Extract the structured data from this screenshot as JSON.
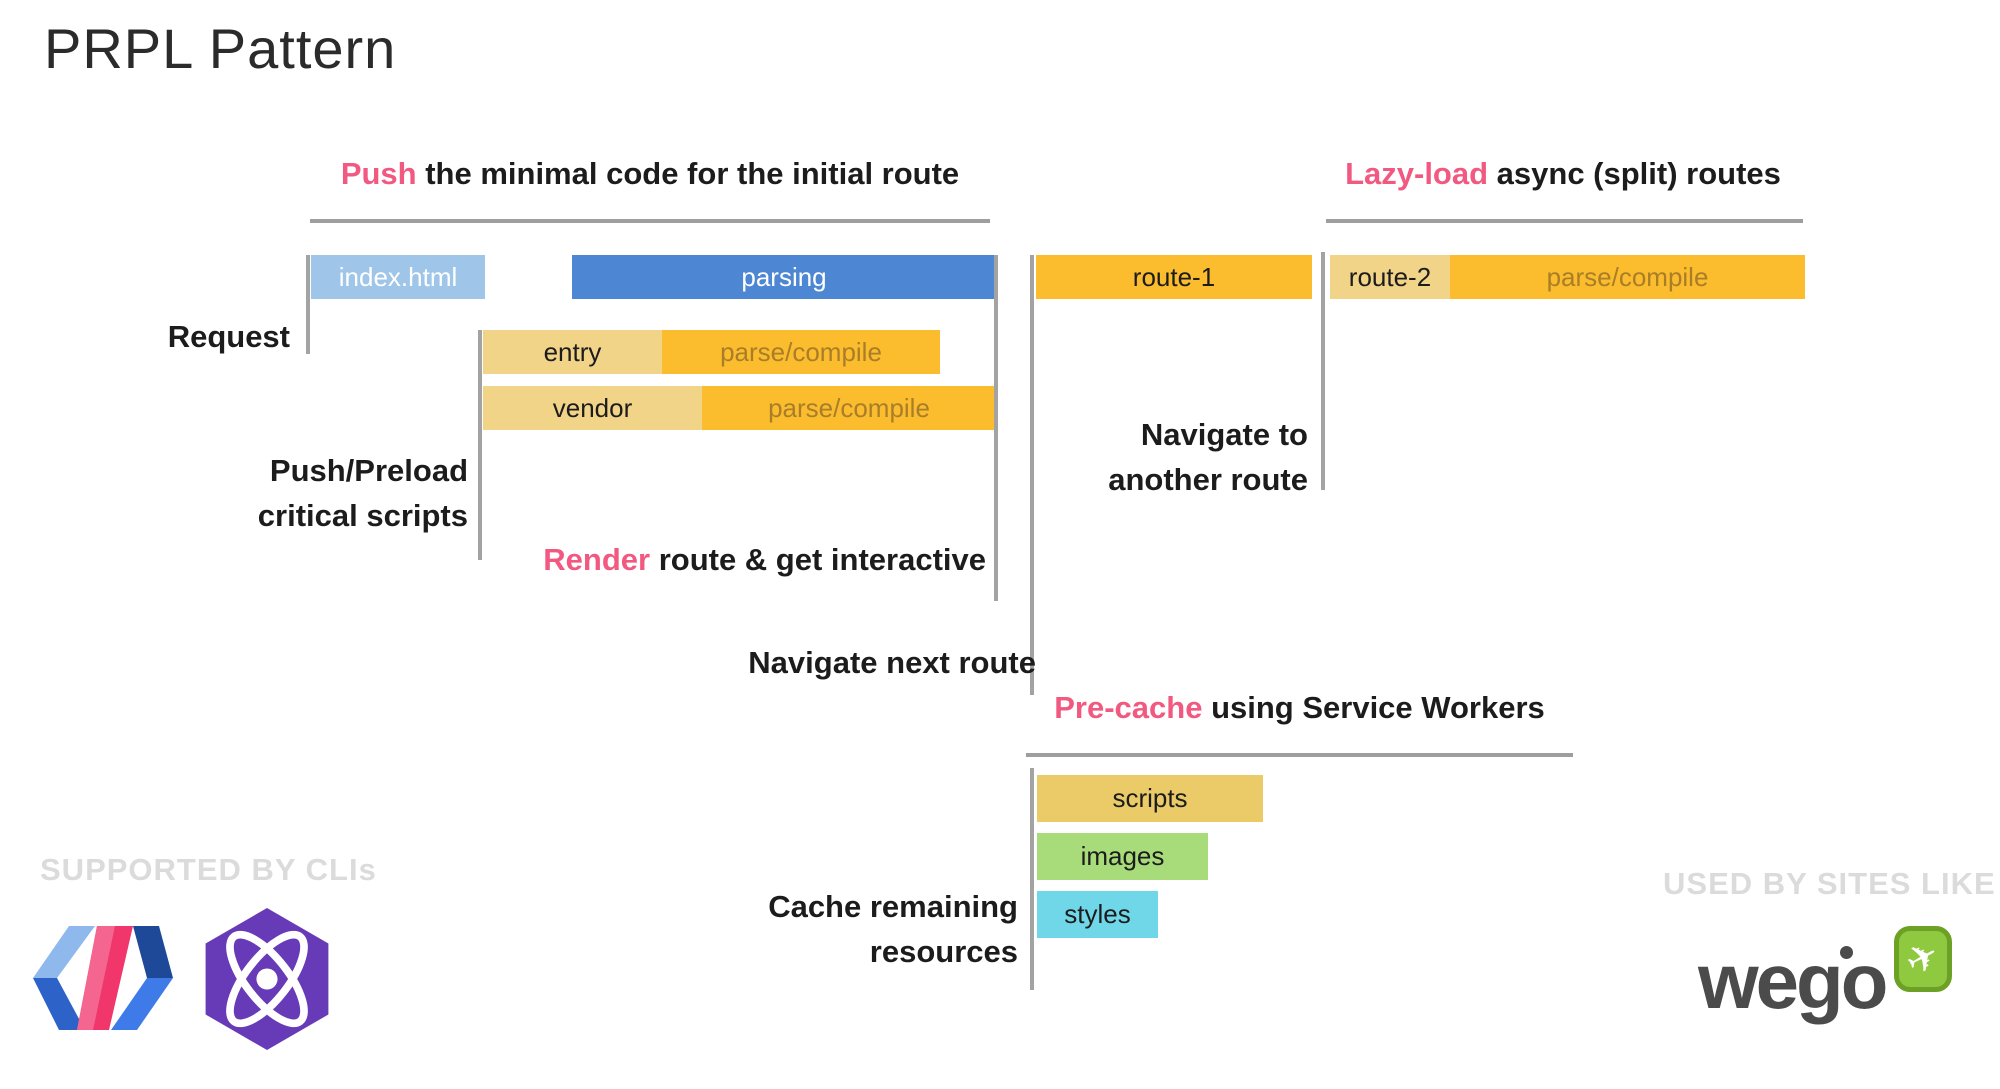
{
  "title": "PRPL Pattern",
  "headings": {
    "push": {
      "accent": "Push",
      "rest": " the minimal code for the initial route"
    },
    "lazy_load": {
      "accent": "Lazy-load",
      "rest": " async (split) routes"
    },
    "render": {
      "accent": "Render",
      "rest": " route & get interactive"
    },
    "pre_cache": {
      "accent": "Pre-cache",
      "rest": " using Service Workers"
    }
  },
  "labels": {
    "request": "Request",
    "push_preload_line1": "Push/Preload",
    "push_preload_line2": "critical scripts",
    "navigate_next": "Navigate next route",
    "navigate_another_line1": "Navigate to",
    "navigate_another_line2": "another route",
    "cache_line1": "Cache remaining",
    "cache_line2": "resources"
  },
  "bars": {
    "index_html": {
      "label": "index.html",
      "color": "#9FC5E8"
    },
    "parsing": {
      "label": "parsing",
      "color": "#4D86D2"
    },
    "entry": {
      "label": "entry",
      "color": "#F2D488"
    },
    "entry_parse": {
      "label": "parse/compile",
      "color": "#FBBC2E"
    },
    "vendor": {
      "label": "vendor",
      "color": "#F2D488"
    },
    "vendor_parse": {
      "label": "parse/compile",
      "color": "#FBBC2E"
    },
    "route1": {
      "label": "route-1",
      "color": "#FBBC2E"
    },
    "route2": {
      "label": "route-2",
      "color": "#F2D488"
    },
    "route2_parse": {
      "label": "parse/compile",
      "color": "#FBBC2E"
    },
    "scripts": {
      "label": "scripts",
      "color": "#EACB67"
    },
    "images": {
      "label": "images",
      "color": "#A8DB7A"
    },
    "styles": {
      "label": "styles",
      "color": "#70D7E9"
    }
  },
  "footer": {
    "left_caption": "SUPPORTED BY CLIs",
    "right_caption": "USED BY SITES LIKE",
    "wego_text": "wego"
  },
  "icons": {
    "polymer": "polymer-logo-icon",
    "preact": "preact-logo-icon",
    "wego_plane": "airplane-icon"
  },
  "colors": {
    "accent_pink": "#F25981",
    "line_gray": "#A3A3A3",
    "rule_gray": "#9E9E9E",
    "caption_gray": "#DBDBDB",
    "parse_text_brown": "#A97E28",
    "preact_purple": "#673AB8",
    "wego_green": "#8FC93F",
    "wego_dark": "#4B4B4B"
  }
}
